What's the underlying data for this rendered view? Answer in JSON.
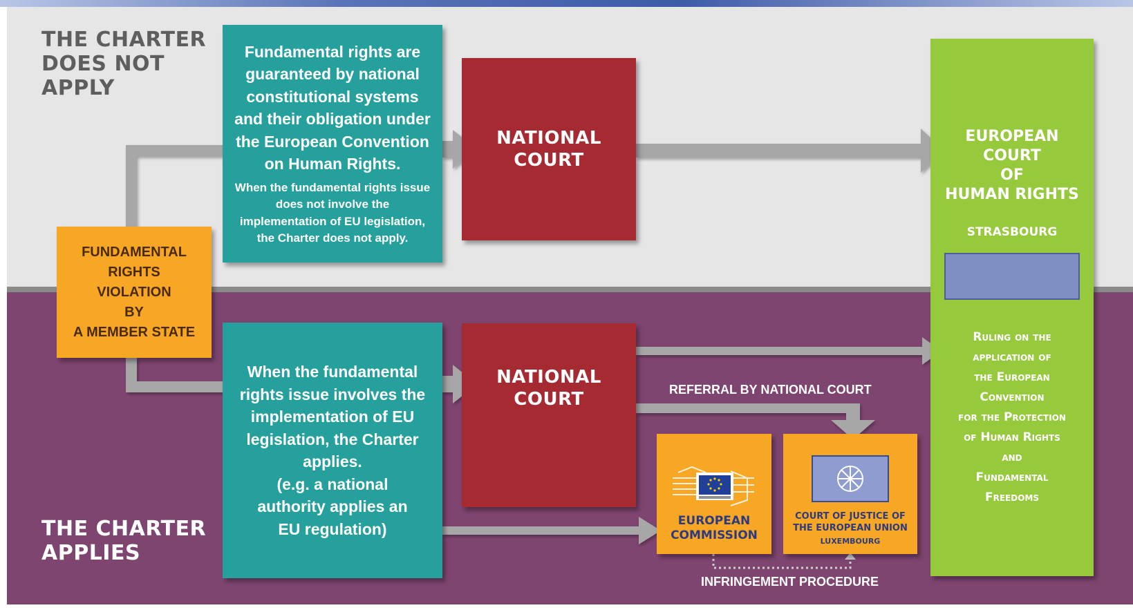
{
  "sections": {
    "top_label": "THE CHARTER\nDOES NOT\nAPPLY",
    "bottom_label": "THE CHARTER\nAPPLIES"
  },
  "violation_box": {
    "text": "FUNDAMENTAL\nRIGHTS\nVIOLATION\nBY\nA MEMBER STATE"
  },
  "top_path": {
    "info_main": "Fundamental rights are guaranteed by national constitutional systems and their obligation under the European Convention on Human Rights.",
    "info_sub": "When the fundamental rights issue does not involve the implementation of EU legislation, the Charter does not apply.",
    "court": "NATIONAL\nCOURT"
  },
  "bottom_path": {
    "info": "When the fundamental\nrights issue involves the\nimplementation of EU\nlegislation, the Charter\napplies.\n(e.g. a national\nauthority applies an\nEU regulation)",
    "court": "NATIONAL\nCOURT",
    "referral_label": "REFERRAL BY NATIONAL COURT",
    "commission": "EUROPEAN\nCOMMISSION",
    "cjeu": "COURT OF JUSTICE OF\nTHE EUROPEAN UNION",
    "cjeu_city": "LUXEMBOURG",
    "infringement_label": "INFRINGEMENT PROCEDURE"
  },
  "ecthr": {
    "title": "EUROPEAN\nCOURT\nOF\nHUMAN RIGHTS",
    "city": "STRASBOURG",
    "ruling": "Ruling on the\napplication of\nthe European\nConvention\nfor the Protection\nof Human Rights\nand\nFundamental\nFreedoms"
  },
  "colors": {
    "top_band": "#e6e6e6",
    "bottom_band": "#7e4570",
    "orange": "#f7a724",
    "teal": "#25a09c",
    "red": "#a62a31",
    "green": "#96c93c",
    "arrow": "#a7a7a7"
  }
}
